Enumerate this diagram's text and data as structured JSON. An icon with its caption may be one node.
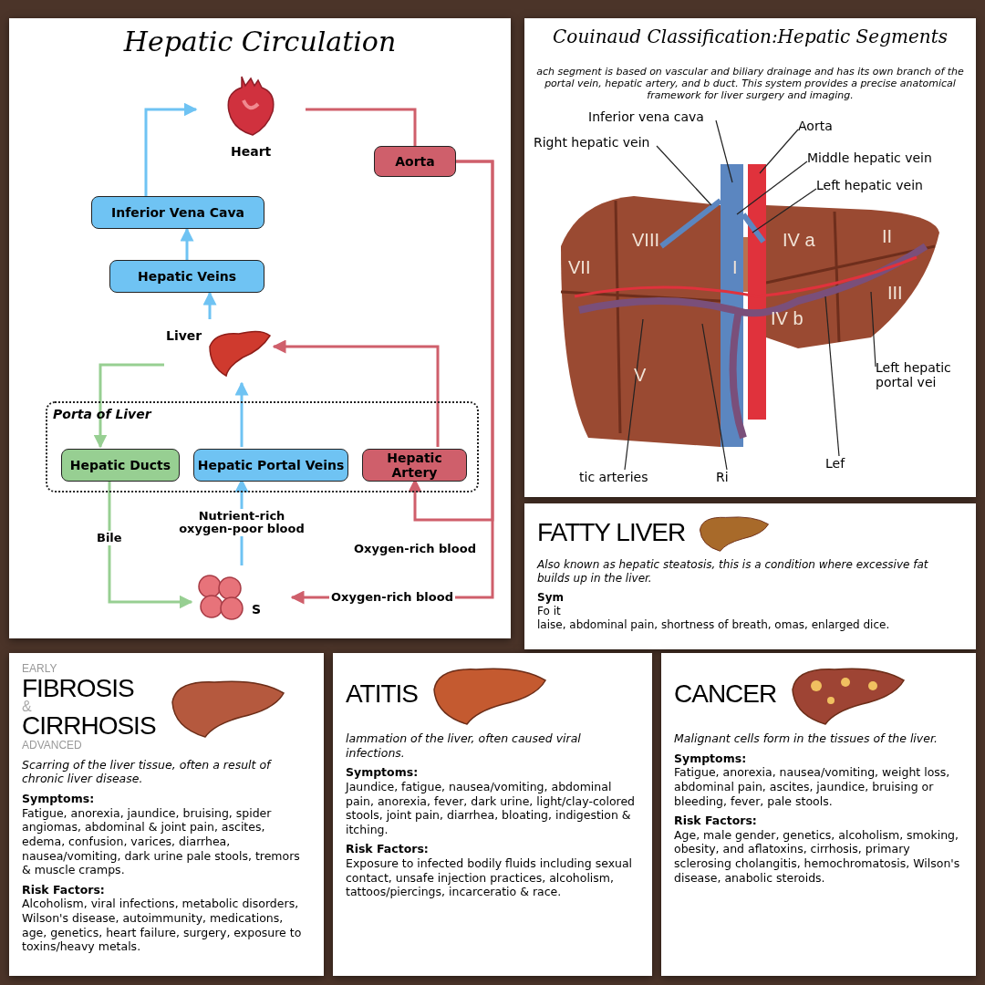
{
  "diagram": {
    "nodes": [
      {
        "text": [
          "Hepatic Circulation"
        ]
      },
      {
        "text": [
          "Heart"
        ],
        "in": 0
      },
      {
        "text": [
          "Aorta"
        ],
        "in": 0
      },
      {
        "text": [
          "Inferior Vena Cava"
        ],
        "in": 0
      },
      {
        "text": [
          "Hepatic Veins"
        ],
        "in": 0
      },
      {
        "text": [
          "Liver"
        ],
        "in": 0
      },
      {
        "text": [
          "Porta of Liver"
        ],
        "in": 0
      },
      {
        "text": [
          "Hepatic Ducts"
        ],
        "in": 6
      },
      {
        "text": [
          "Hepatic Portal Veins"
        ],
        "in": 6
      },
      {
        "text": [
          "Hepatic Artery"
        ],
        "in": 6
      },
      {
        "text": [
          "S"
        ],
        "in": 0
      },
      {
        "text": [
          "Couinaud Classification:Hepatic Segments",
          "ach segment is based on vascular and biliary drainage and has its own branch of the portal vein, hepatic artery, and b duct. This system provides a precise anatomical framework for liver surgery and imaging."
        ]
      },
      {
        "text": [
          "Inferior vena cava"
        ],
        "in": 11
      },
      {
        "text": [
          "Right hepatic vein"
        ],
        "in": 11
      },
      {
        "text": [
          "Aorta"
        ],
        "in": 11
      },
      {
        "text": [
          "Middle hepatic vein"
        ],
        "in": 11
      },
      {
        "text": [
          "Left hepatic vein"
        ],
        "in": 11
      },
      {
        "text": [
          "Left hepatic portal vei"
        ],
        "in": 11
      },
      {
        "text": [
          "Lef"
        ],
        "in": 11
      },
      {
        "text": [
          "Ri"
        ],
        "in": 11
      },
      {
        "text": [
          "tic arteries"
        ],
        "in": 11
      },
      {
        "text": [
          "FATTY LIVER",
          "Also known as hepatic steatosis, this is a condition where excessive fat builds up in the liver.",
          "Sym",
          "Fo it",
          "laise, abdominal pain, shortness of breath, omas, enlarged dice."
        ]
      },
      {
        "text": [
          "EARLY",
          "FIBROSIS",
          "&",
          "CIRRHOSIS",
          "ADVANCED",
          "Scarring of the liver tissue, often a result of chronic liver disease.",
          "Symptoms:",
          "Fatigue, anorexia, jaundice, bruising, spider angiomas, abdominal & joint pain, ascites, edema, confusion, varices, diarrhea, nausea/vomiting, dark urine pale stools, tremors & muscle cramps.",
          "Risk Factors:",
          "Alcoholism, viral infections, metabolic disorders, Wilson's disease, autoimmunity, medications, age, genetics, heart failure, surgery, exposure to toxins/heavy metals."
        ]
      },
      {
        "text": [
          "ATITIS",
          "lammation of the liver, often caused viral infections.",
          "Symptoms:",
          "Jaundice, fatigue, nausea/vomiting, abdominal pain, anorexia, fever, dark urine, light/clay-colored stools, joint pain, diarrhea, bloating, indigestion & itching.",
          "Risk Factors:",
          "Exposure to infected bodily fluids including sexual contact, unsafe injection practices, alcoholism, tattoos/piercings, incarceratio & race."
        ]
      },
      {
        "text": [
          "CANCER",
          "Malignant cells form in the tissues of the liver.",
          "Symptoms:",
          "Fatigue, anorexia, nausea/vomiting, weight loss, abdominal pain, ascites, jaundice, bruising or bleeding, fever, pale stools.",
          "Risk Factors:",
          "Age, male gender, genetics, alcoholism, smoking, obesity, and aflatoxins, cirrhosis, primary sclerosing cholangitis, hemochromatosis, Wilson's disease, anabolic steroids."
        ]
      }
    ],
    "edges": [
      {
        "from": 5,
        "to": 4,
        "arrow": "to",
        "color": "#6fc3f3"
      },
      {
        "from": 4,
        "to": 3,
        "arrow": "to",
        "color": "#6fc3f3"
      },
      {
        "from": 3,
        "to": 1,
        "arrow": "to",
        "color": "#6fc3f3"
      },
      {
        "from": 1,
        "to": 2,
        "arrow": "none",
        "color": "#cf5f6b"
      },
      {
        "from": 2,
        "to": 9,
        "arrow": "to",
        "label": "Oxygen-rich blood",
        "color": "#cf5f6b"
      },
      {
        "from": 2,
        "to": 10,
        "arrow": "to",
        "label": "Oxygen-rich blood",
        "color": "#cf5f6b"
      },
      {
        "from": 9,
        "to": 5,
        "arrow": "to",
        "color": "#cf5f6b"
      },
      {
        "from": 8,
        "to": 5,
        "arrow": "to",
        "color": "#6fc3f3"
      },
      {
        "from": 5,
        "to": 7,
        "arrow": "to",
        "color": "#97cf92"
      },
      {
        "from": 7,
        "to": 10,
        "arrow": "to",
        "label": "Bile",
        "color": "#97cf92"
      },
      {
        "from": 10,
        "to": 8,
        "arrow": "to",
        "label": "Nutrient-rich oxygen-poor blood",
        "color": "#6fc3f3"
      },
      {
        "from": 12,
        "to": null,
        "arrow": "none",
        "color": "#222222"
      },
      {
        "from": 13,
        "to": null,
        "arrow": "none",
        "color": "#222222"
      },
      {
        "from": 14,
        "to": null,
        "arrow": "none",
        "color": "#222222"
      },
      {
        "from": 15,
        "to": null,
        "arrow": "none",
        "color": "#222222"
      },
      {
        "from": 16,
        "to": null,
        "arrow": "none",
        "color": "#222222"
      },
      {
        "from": 17,
        "to": null,
        "arrow": "none",
        "color": "#222222"
      },
      {
        "from": 18,
        "to": null,
        "arrow": "none",
        "color": "#222222"
      },
      {
        "from": 19,
        "to": null,
        "arrow": "none",
        "color": "#222222"
      },
      {
        "from": 20,
        "to": null,
        "arrow": "none",
        "color": "#222222"
      }
    ],
    "labels": [
      "VII",
      "VIII",
      "I",
      "IV a",
      "II",
      "III",
      "IV b",
      "V"
    ]
  }
}
